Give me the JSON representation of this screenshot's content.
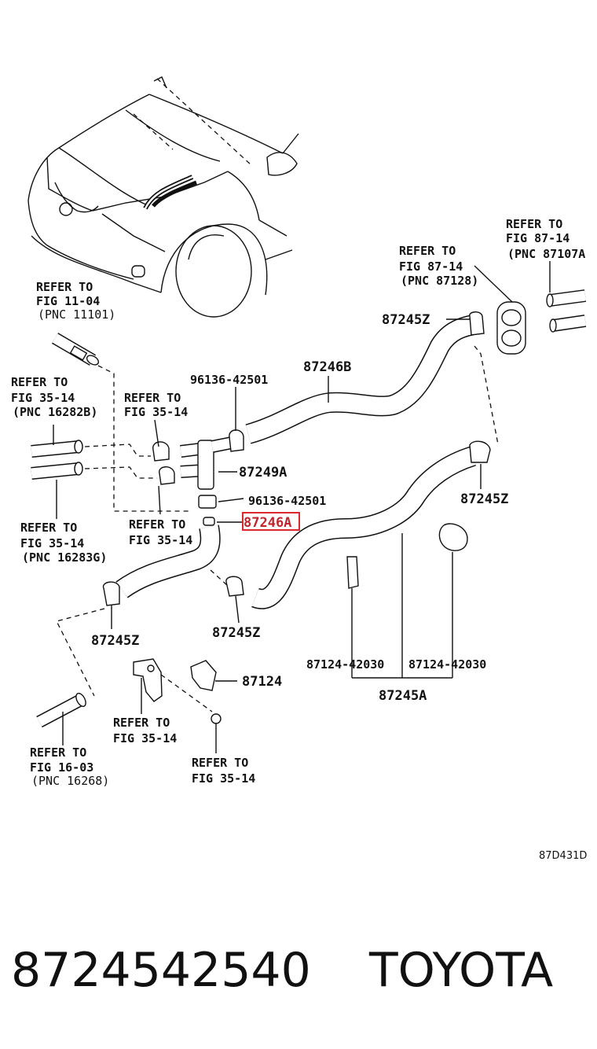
{
  "diagram_code": "87D431D",
  "part_number": "8724542540",
  "brand": "TOYOTA",
  "labels": {
    "refer_11_04": {
      "line1": "REFER TO",
      "line2": "FIG 11-04",
      "line3": "(PNC 11101)"
    },
    "refer_87_14_a": {
      "line1": "REFER TO",
      "line2": "FIG 87-14",
      "line3": "(PNC 87128)"
    },
    "refer_87_14_b": {
      "line1": "REFER TO",
      "line2": "FIG 87-14",
      "line3": "(PNC 87107A"
    },
    "refer_35_14_a": {
      "line1": "REFER TO",
      "line2": "FIG 35-14",
      "line3": "(PNC 16282B)"
    },
    "refer_35_14_b": {
      "line1": "REFER TO",
      "line2": "FIG 35-14"
    },
    "refer_35_14_c": {
      "line1": "REFER TO",
      "line2": "FIG 35-14",
      "line3": "(PNC 16283G)"
    },
    "refer_35_14_d": {
      "line1": "REFER TO",
      "line2": "FIG 35-14"
    },
    "refer_35_14_e": {
      "line1": "REFER TO",
      "line2": "FIG 35-14"
    },
    "refer_35_14_f": {
      "line1": "REFER TO",
      "line2": "FIG 35-14"
    },
    "refer_16_03": {
      "line1": "REFER TO",
      "line2": "FIG 16-03",
      "line3": "(PNC 16268)"
    },
    "p87245z_top": "87245Z",
    "p87246b": "87246B",
    "p96136_top": "96136-42501",
    "p87249a": "87249A",
    "p96136_mid": "96136-42501",
    "p87246a": "87246A",
    "p87245z_right": "87245Z",
    "p87245z_left": "87245Z",
    "p87245z_mid": "87245Z",
    "p87124": "87124",
    "p87124_42030_a": "87124-42030",
    "p87124_42030_b": "87124-42030",
    "p87245a": "87245A"
  }
}
